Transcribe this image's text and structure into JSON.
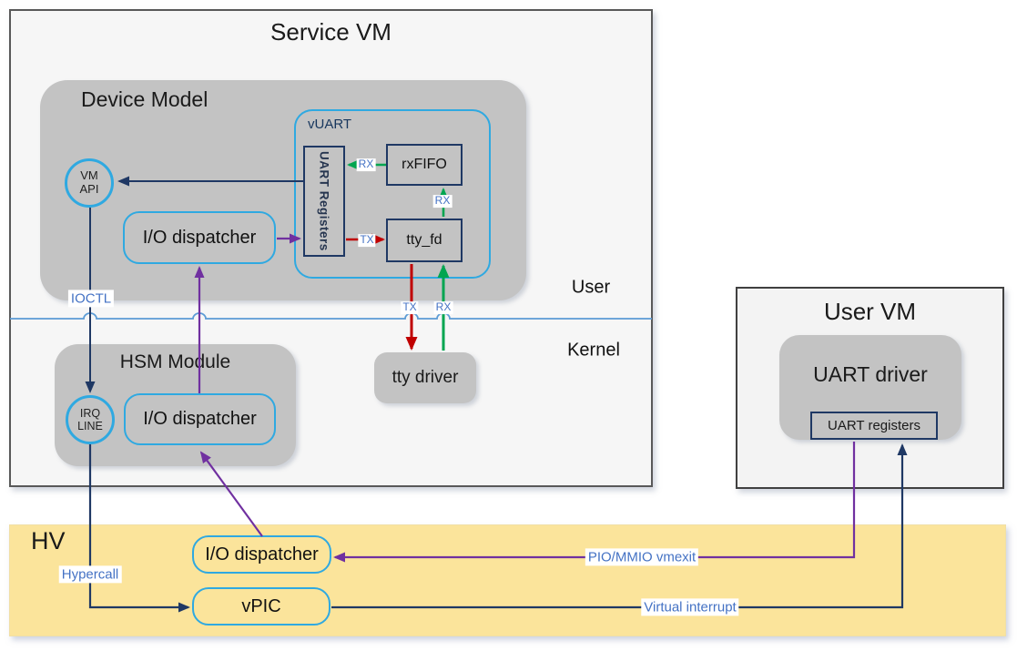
{
  "service_vm": {
    "title": "Service VM",
    "zones": {
      "user": "User",
      "kernel": "Kernel"
    },
    "device_model": {
      "title": "Device Model",
      "vm_api": {
        "line1": "VM",
        "line2": "API"
      },
      "io_dispatcher": "I/O dispatcher",
      "vuart": {
        "title": "vUART",
        "uart_registers": "UART Registers",
        "rxfifo": "rxFIFO",
        "tty_fd": "tty_fd"
      }
    },
    "hsm_module": {
      "title": "HSM Module",
      "irq_line": {
        "line1": "IRQ",
        "line2": "LINE"
      },
      "io_dispatcher": "I/O dispatcher"
    },
    "tty_driver": "tty driver",
    "ioctl_label": "IOCTL"
  },
  "user_vm": {
    "title": "User VM",
    "uart_driver": "UART driver",
    "uart_registers": "UART registers"
  },
  "hv": {
    "title": "HV",
    "io_dispatcher": "I/O dispatcher",
    "vpic": "vPIC",
    "hypercall_label": "Hypercall",
    "pio_mmio_vmexit_label": "PIO/MMIO vmexit",
    "virtual_interrupt_label": "Virtual interrupt"
  },
  "flow_labels": {
    "tx": "TX",
    "rx": "RX"
  },
  "colors": {
    "navy_arrow": "#1F3864",
    "purple_arrow": "#7030A0",
    "red_tx_arrow": "#C00000",
    "green_rx_arrow": "#00A550",
    "cyan_border": "#2FA9E1",
    "divider_blue": "#5B9BD5",
    "label_blue": "#4472C4",
    "module_gray": "#C3C3C3",
    "service_vm_fill": "#F6F6F6",
    "hv_fill": "#FBE49B"
  }
}
